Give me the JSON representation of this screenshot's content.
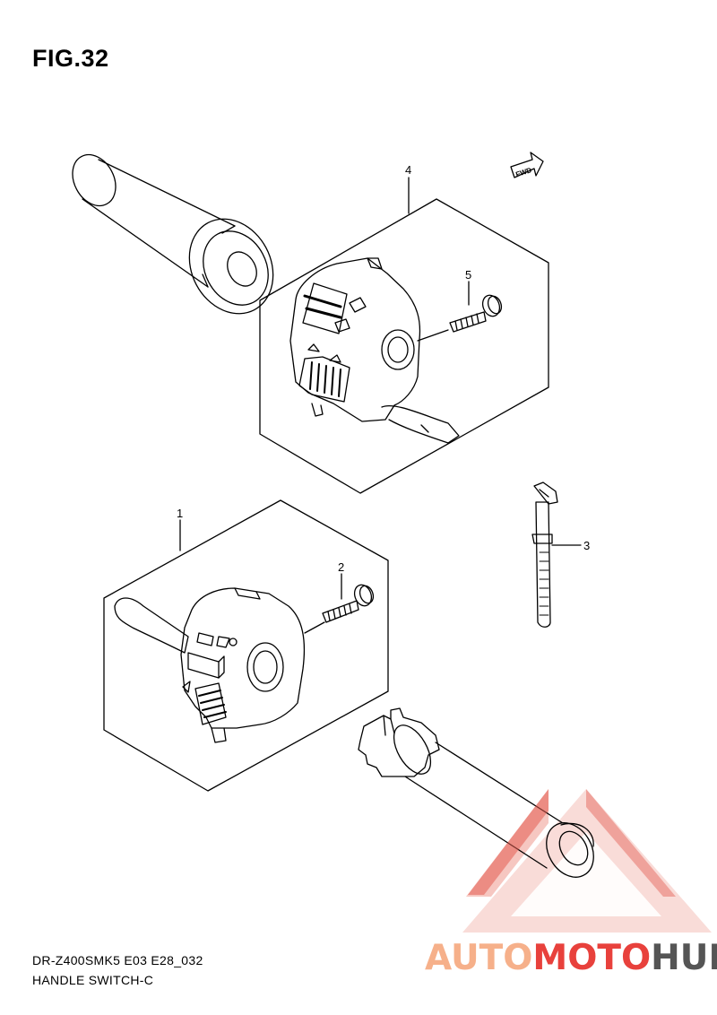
{
  "figure": {
    "title": "FIG.32",
    "code": "DR-Z400SMK5 E03 E28_032",
    "name": "HANDLE SWITCH-C"
  },
  "callouts": [
    {
      "id": "1",
      "label": "1"
    },
    {
      "id": "2",
      "label": "2"
    },
    {
      "id": "3",
      "label": "3"
    },
    {
      "id": "4",
      "label": "4"
    },
    {
      "id": "5",
      "label": "5"
    }
  ],
  "fwd_label": "FWD",
  "watermark": {
    "part1": "AUTO",
    "part2": "MOTO",
    "part3": "HUB",
    "colors": {
      "light": "#f6b08a",
      "red": "#e8413c",
      "dark": "#555555"
    }
  }
}
